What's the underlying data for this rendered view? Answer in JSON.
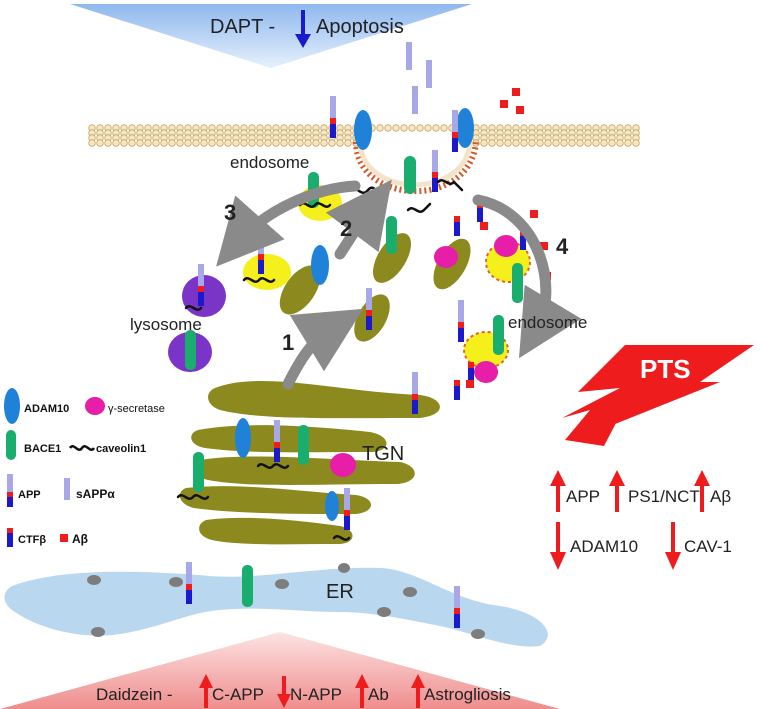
{
  "top_banner": {
    "left": "DAPT -",
    "right": "Apoptosis"
  },
  "labels": {
    "endosome_top": "endosome",
    "endosome_right": "endosome",
    "lysosome": "lysosome",
    "tgn": "TGN",
    "er": "ER"
  },
  "steps": [
    "1",
    "2",
    "3",
    "4"
  ],
  "legend": {
    "adam10": "ADAM10",
    "gamma": "γ-secretase",
    "bace1": "BACE1",
    "caveolin": "caveolin1",
    "app": "APP",
    "sapp": "sAPPα",
    "ctf": "CTFβ",
    "abeta": "Aβ"
  },
  "pts_panel": {
    "title": "PTS",
    "up": [
      "APP",
      "PS1/NCT",
      "Aβ"
    ],
    "down": [
      "ADAM10",
      "CAV-1"
    ]
  },
  "bottom_banner": {
    "lead": "Daidzein -",
    "items": [
      {
        "label": "C-APP",
        "direction": "up"
      },
      {
        "label": "N-APP",
        "direction": "down"
      },
      {
        "label": "Ab",
        "direction": "up"
      },
      {
        "label": "Astrogliosis",
        "direction": "up"
      }
    ]
  },
  "colors": {
    "adam10": "#1f82d8",
    "gamma_secretase": "#e61ea8",
    "bace1": "#19ad6e",
    "golgi": "#8c8a1e",
    "er": "#b9d7ef",
    "lysosome": "#7a34c8",
    "vesicle_yellow": "#f5f01c",
    "membrane": "#e8c98c",
    "arrow_red": "#ee1c1c",
    "arrow_blue": "#1a1acc",
    "top_banner": "#9ec3f0",
    "bottom_banner": "#f0a0a0"
  }
}
